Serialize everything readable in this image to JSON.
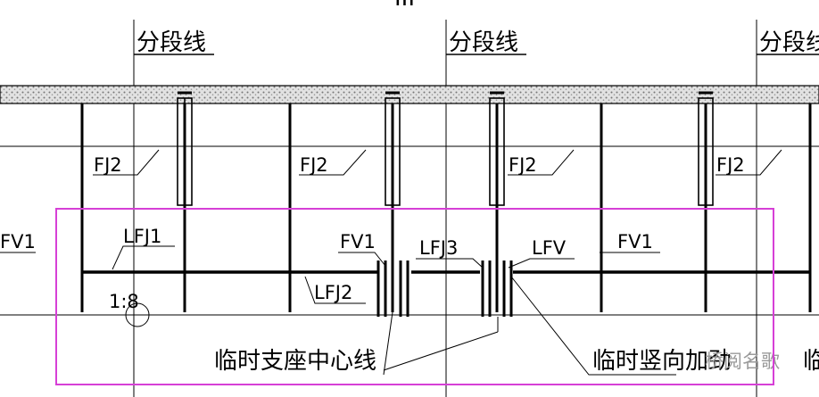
{
  "top_label": "III",
  "segment_label": "分段线",
  "labels": {
    "fj2": "FJ2",
    "fv1": "FV1",
    "lfj1": "LFJ1",
    "lfj2": "LFJ2",
    "lfj3": "LFJ3",
    "lfv": "LFV",
    "slope": "1:8",
    "support_center": "临时支座中心线",
    "vertical_brace": "临时竖向加劲",
    "edge_char": "临"
  },
  "watermark": "桥阅名歌",
  "colors": {
    "line": "#000000",
    "highlight": "#d63fd6",
    "slab_fill": "#d9d9d9"
  }
}
